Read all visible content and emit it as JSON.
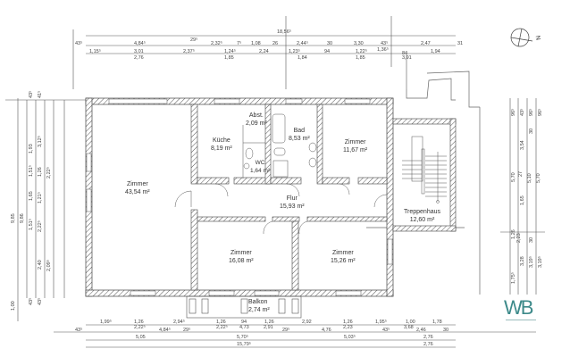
{
  "plan": {
    "type": "floor_plan",
    "rooms": [
      {
        "name": "Zimmer",
        "area": "43,54 m²"
      },
      {
        "name": "Küche",
        "area": "8,19 m²"
      },
      {
        "name": "Abst.",
        "area": "2,09 m²"
      },
      {
        "name": "WC",
        "area": "1,64 m²"
      },
      {
        "name": "Bad",
        "area": "8,53 m²"
      },
      {
        "name": "Zimmer",
        "area": "11,67 m²"
      },
      {
        "name": "Flur",
        "area": "15,93 m²"
      },
      {
        "name": "Treppenhaus",
        "area": "12,60 m²"
      },
      {
        "name": "Zimmer",
        "area": "16,08 m²"
      },
      {
        "name": "Zimmer",
        "area": "15,26 m²"
      },
      {
        "name": "Balkon",
        "area": "2,74 m²"
      }
    ],
    "dimensions": {
      "top_total": "18,56⁵",
      "top_row1": [
        "43⁵",
        "4,84⁵",
        "29⁵",
        "2,32⁵",
        "7⁵",
        "1,08",
        "26",
        "2,44⁵",
        "30",
        "3,30",
        "43⁵",
        "2,47",
        "31"
      ],
      "top_row2": [
        "1,15⁵",
        "3,01",
        "2,37⁵",
        "1,24⁵",
        "2,24",
        "1,23⁵",
        "94",
        "1,22⁵",
        "1,36⁵",
        "84",
        "1,94"
      ],
      "top_row3": [
        "2,76",
        "1,85",
        "1,84",
        "1,85",
        "3,91"
      ],
      "left": [
        "43⁵",
        "41⁵",
        "1,93",
        "3,12⁵",
        "1,51⁵",
        "1,26",
        "2,22⁵",
        "27",
        "1,65",
        "1,21⁵",
        "9,85",
        "9,86",
        "1,51⁵",
        "2,22⁵",
        "2,40",
        "2,09⁵",
        "43⁵",
        "43⁵",
        "1,00"
      ],
      "right": [
        "96⁵",
        "43⁵",
        "96⁵",
        "96⁵",
        "30",
        "3,54",
        "5,70",
        "27",
        "5,10",
        "5,70",
        "1,65",
        "14",
        "1,26",
        "2,23",
        "3,28",
        "30",
        "1,75⁵",
        "3,19⁵",
        "3,19⁵"
      ],
      "bottom_row1": [
        "1,99⁵",
        "1,26",
        "2,94⁵",
        "1,26",
        "94",
        "1,26",
        "2,92",
        "1,26",
        "1,95⁵",
        "1,00",
        "1,78"
      ],
      "bottom_row2": [
        "43⁵",
        "2,22⁵",
        "4,84⁵",
        "29⁵",
        "2,22⁵",
        "4,73",
        "2,91",
        "29⁵",
        "4,76",
        "2,23",
        "43⁵",
        "3,68",
        "2,46",
        "30"
      ],
      "bottom_row3": [
        "5,05",
        "5,70⁵",
        "5,03⁵",
        "2,76"
      ],
      "bottom_total": [
        "15,79⁵",
        "2,76"
      ]
    },
    "compass": "N",
    "logo": "WB"
  }
}
